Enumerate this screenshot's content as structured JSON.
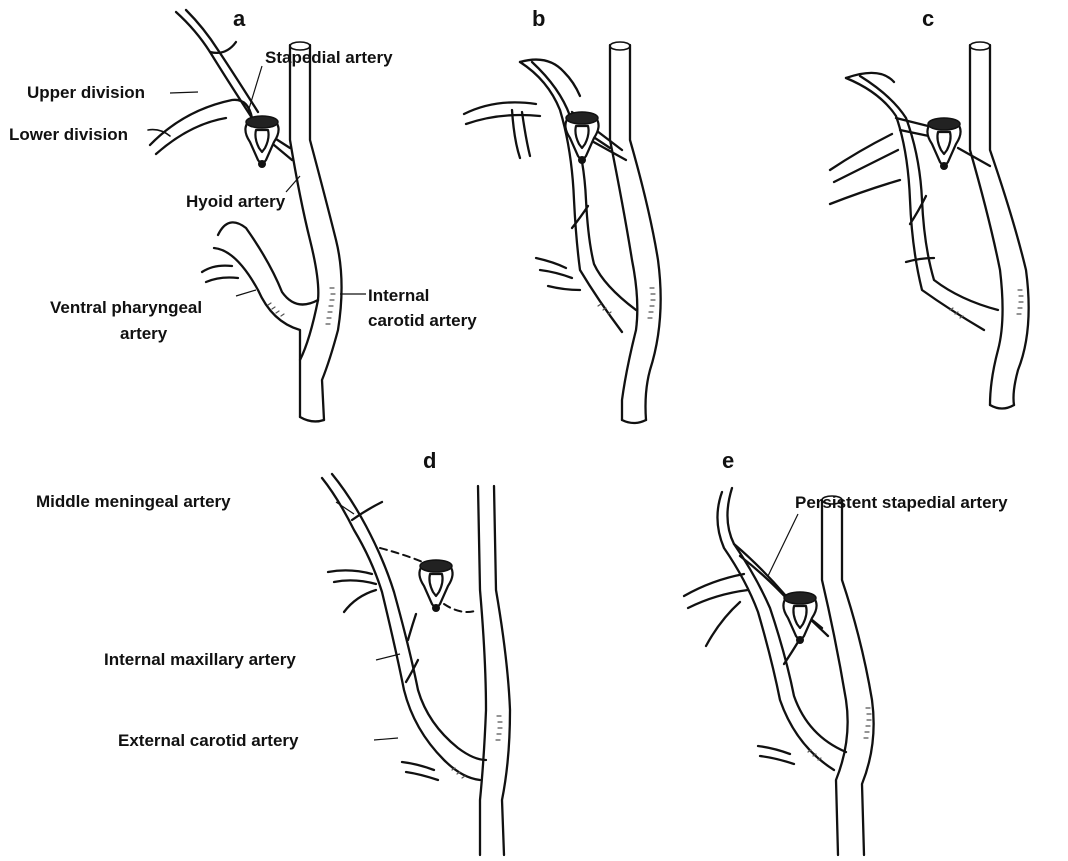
{
  "panels": [
    {
      "letter": "a"
    },
    {
      "letter": "b"
    },
    {
      "letter": "c"
    },
    {
      "letter": "d"
    },
    {
      "letter": "e"
    }
  ],
  "labels": {
    "stapedial_artery": "Stapedial artery",
    "upper_division": "Upper division",
    "lower_division": "Lower division",
    "hyoid_artery": "Hyoid artery",
    "ventral_pharyngeal_artery_line1": "Ventral pharyngeal",
    "ventral_pharyngeal_artery_line2": "artery",
    "internal_carotid_artery_line1": "Internal",
    "internal_carotid_artery_line2": "carotid artery",
    "middle_meningeal_artery": "Middle meningeal artery",
    "internal_maxillary_artery": "Internal maxillary artery",
    "external_carotid_artery": "External carotid artery",
    "persistent_stapedial_artery": "Persistent stapedial artery"
  }
}
